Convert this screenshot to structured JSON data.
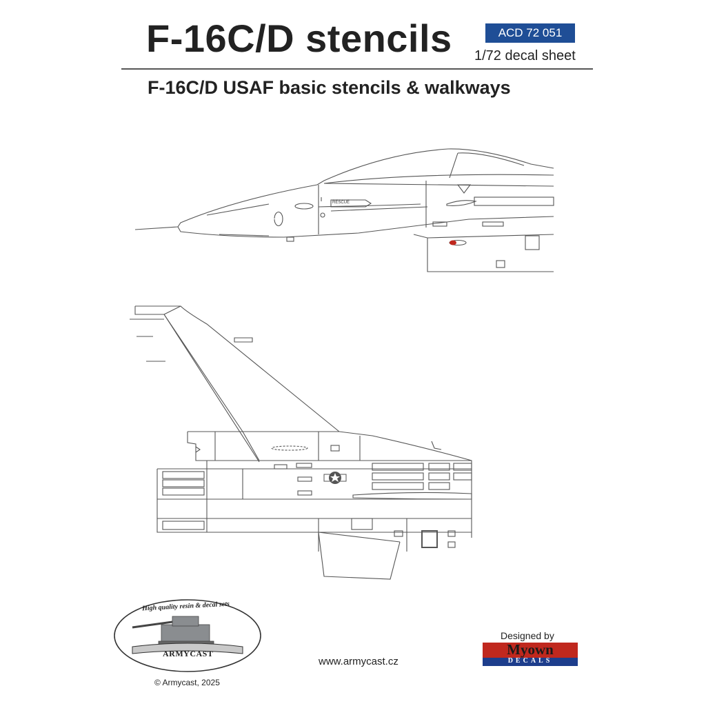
{
  "header": {
    "title": "F-16C/D stencils",
    "product_code": "ACD 72 051",
    "scale": "1/72 decal sheet",
    "subtitle": "F-16C/D USAF basic stencils & walkways"
  },
  "drawings": {
    "nose_stencil": "RESCUE"
  },
  "footer": {
    "logo_tagline": "High quality resin & decal sets",
    "logo_name": "ARMYCAST",
    "website": "www.armycast.cz",
    "copyright": "© Armycast, 2025",
    "designed_by": "Designed by",
    "designer_name": "Myown",
    "designer_sub": "DECALS"
  },
  "colors": {
    "badge": "#1f4e96",
    "myown_red": "#c0281e",
    "myown_blue": "#1d3d8c",
    "line": "#555555"
  }
}
